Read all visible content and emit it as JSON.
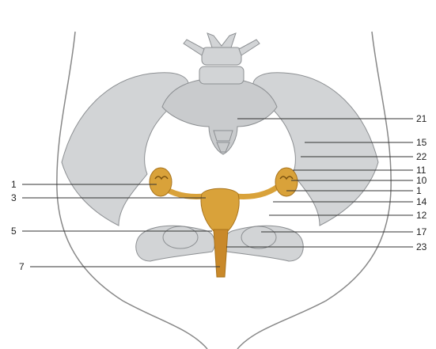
{
  "labels_left": [
    "1",
    "3",
    "5",
    "7"
  ],
  "labels_right": [
    "21",
    "15",
    "22",
    "11",
    "10",
    "1",
    "14",
    "12",
    "17",
    "23"
  ],
  "colors": {
    "bone": "#d2d4d6",
    "bone_shadow": "#a9acaf",
    "organ": "#d9a23a",
    "organ_dark": "#a8731c",
    "leader_line": "#333333"
  }
}
